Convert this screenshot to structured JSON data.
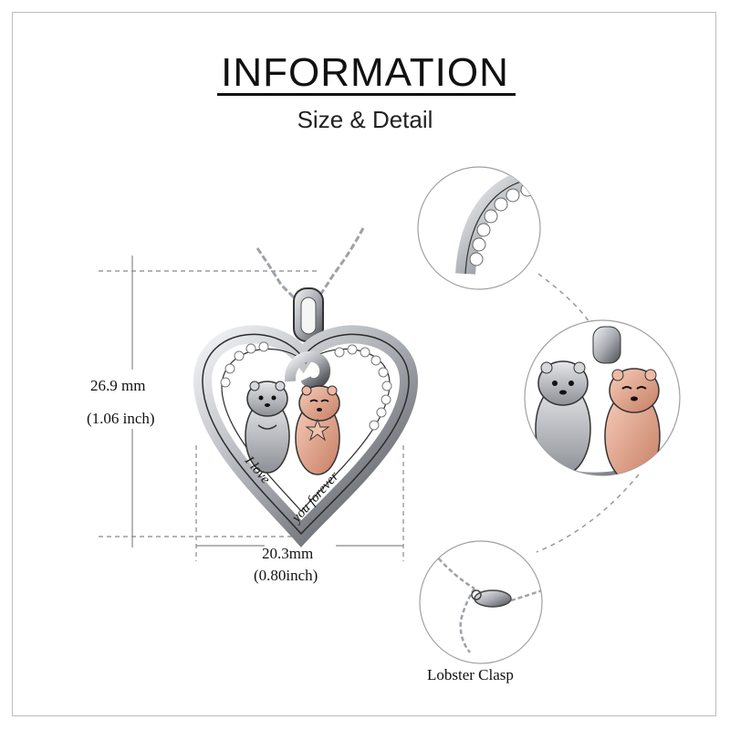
{
  "header": {
    "title": "INFORMATION",
    "subtitle": "Size & Detail"
  },
  "dimensions": {
    "height_mm": "26.9 mm",
    "height_inch": "(1.06 inch)",
    "width_mm": "20.3mm",
    "width_inch": "(0.80inch)"
  },
  "engraving": {
    "line1": "I love",
    "line2": "you forever"
  },
  "details": {
    "clasp_caption": "Lobster  Clasp"
  },
  "colors": {
    "silver": "#c9ccd0",
    "rose_gold": "#e9a88f",
    "dark": "#2b2b2b"
  }
}
